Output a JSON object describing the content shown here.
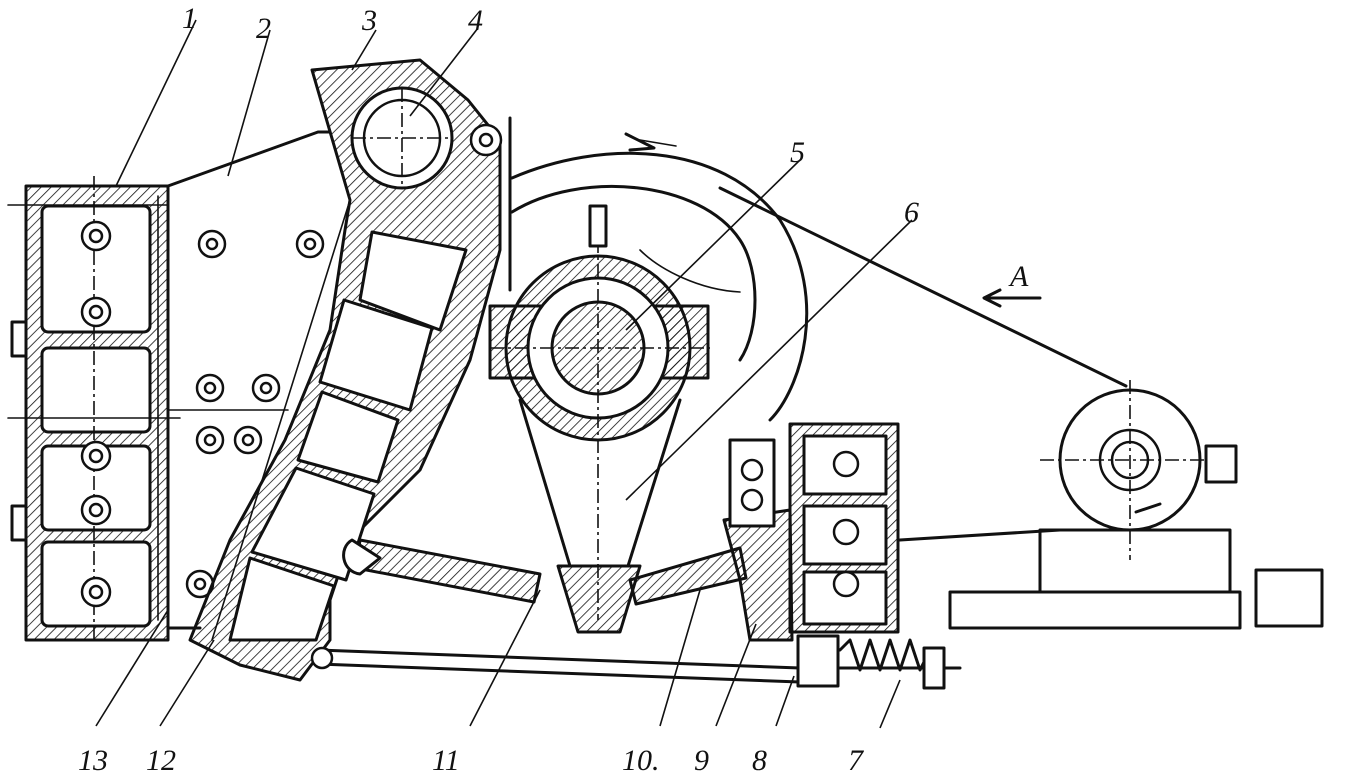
{
  "diagram": {
    "callouts": [
      {
        "id": "c1",
        "text": "1"
      },
      {
        "id": "c2",
        "text": "2"
      },
      {
        "id": "c3",
        "text": "3"
      },
      {
        "id": "c4",
        "text": "4"
      },
      {
        "id": "c5",
        "text": "5"
      },
      {
        "id": "c6",
        "text": "6"
      },
      {
        "id": "c7",
        "text": "7"
      },
      {
        "id": "c8",
        "text": "8"
      },
      {
        "id": "c9",
        "text": "9"
      },
      {
        "id": "c10",
        "text": "10."
      },
      {
        "id": "c11",
        "text": "11"
      },
      {
        "id": "c12",
        "text": "12"
      },
      {
        "id": "c13",
        "text": "13"
      }
    ],
    "view_label": "A"
  }
}
